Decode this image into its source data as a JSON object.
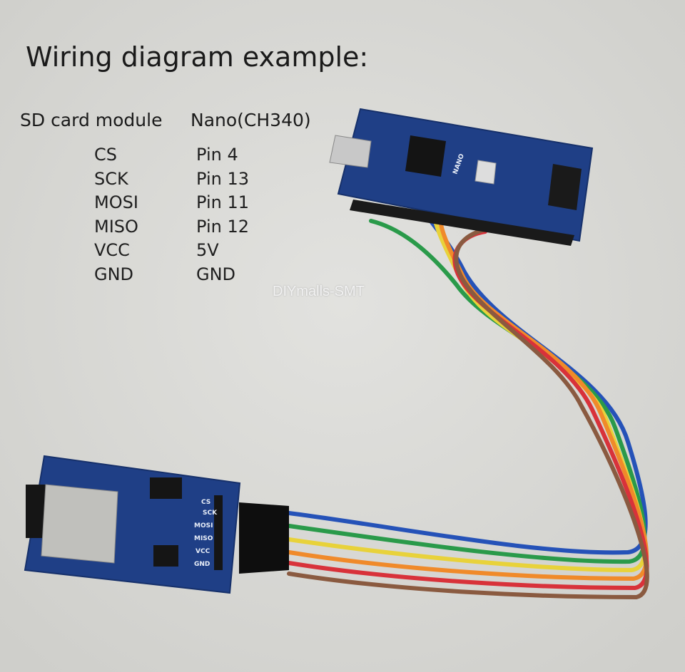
{
  "title": "Wiring diagram example:",
  "table": {
    "headers": [
      "SD card module",
      "Nano(CH340)"
    ],
    "rows": [
      {
        "module": "CS",
        "nano": "Pin 4"
      },
      {
        "module": "SCK",
        "nano": "Pin 13"
      },
      {
        "module": "MOSI",
        "nano": "Pin 11"
      },
      {
        "module": "MISO",
        "nano": "Pin 12"
      },
      {
        "module": "VCC",
        "nano": "5V"
      },
      {
        "module": "GND",
        "nano": "GND"
      }
    ]
  },
  "watermark": "DIYmalls-SMT",
  "sd_module_pins": [
    "CS",
    "SCK",
    "MOSI",
    "MISO",
    "VCC",
    "GND"
  ],
  "board_label": "NANO",
  "colors": {
    "background": "#d9d9d6",
    "pcb": "#1f3f86",
    "wires": [
      "#2552b8",
      "#2a9a4a",
      "#e8d23a",
      "#f08a2a",
      "#d8323a",
      "#8a5a40"
    ]
  }
}
